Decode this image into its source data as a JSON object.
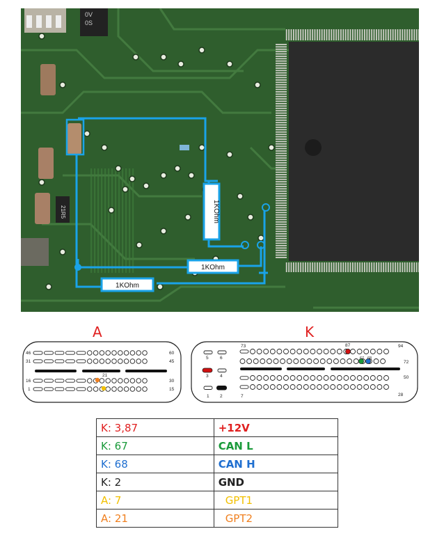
{
  "board": {
    "resistor_label": "1KOhm",
    "chip_marking_1": "0V",
    "chip_marking_2": "0S",
    "small_part_marking": "21R5"
  },
  "connectors": {
    "a": {
      "title": "A",
      "numbers": [
        "46",
        "60",
        "31",
        "45",
        "16",
        "30",
        "1",
        "15",
        "21"
      ]
    },
    "k": {
      "title": "K",
      "numbers": [
        "73",
        "87",
        "94",
        "67",
        "68",
        "72",
        "5",
        "6",
        "3",
        "4",
        "50",
        "1",
        "2",
        "7",
        "28"
      ]
    }
  },
  "pin_table": {
    "rows": [
      {
        "pins": "K: 3,87",
        "signal": "+12V",
        "pin_color": "#e02020",
        "signal_color": "#e02020"
      },
      {
        "pins": "K: 67",
        "signal": "CAN L",
        "pin_color": "#1a9a3a",
        "signal_color": "#1a9a3a"
      },
      {
        "pins": "K: 68",
        "signal": "CAN H",
        "pin_color": "#1f6fd0",
        "signal_color": "#1f6fd0"
      },
      {
        "pins": "K: 2",
        "signal": "GND",
        "pin_color": "#222222",
        "signal_color": "#222222"
      },
      {
        "pins": "A: 7",
        "signal": "GPT1",
        "pin_color": "#f2c000",
        "signal_color": "#f2c000"
      },
      {
        "pins": "A: 21",
        "signal": "GPT2",
        "pin_color": "#f08020",
        "signal_color": "#f08020"
      }
    ]
  }
}
